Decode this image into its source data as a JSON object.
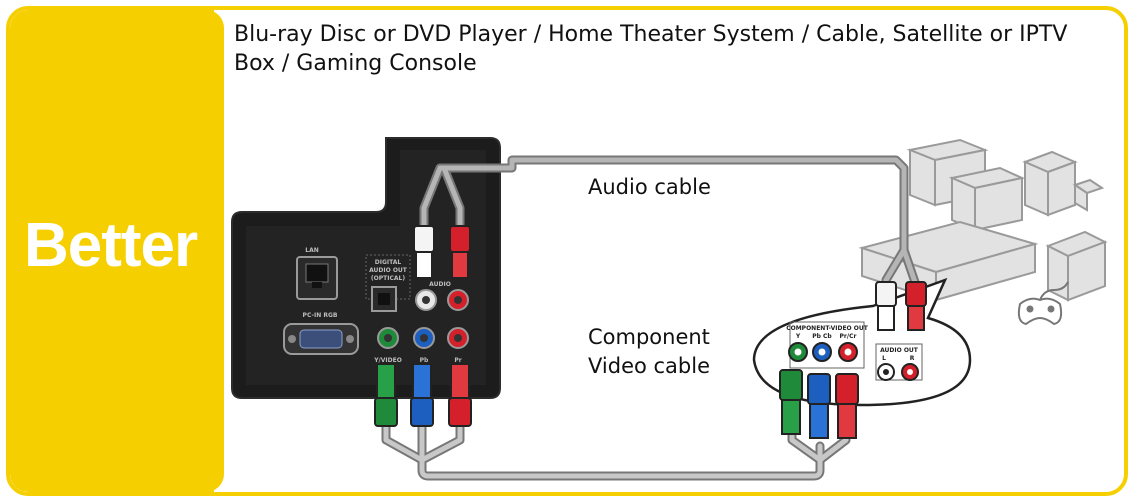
{
  "rating_label": "Better",
  "headline": "Blu-ray Disc or DVD Player / Home Theater System / Cable, Satellite or IPTV Box / Gaming Console",
  "cables": {
    "audio": "Audio cable",
    "component_line1": "Component",
    "component_line2": "Video cable"
  },
  "tv_panel": {
    "lan": "LAN",
    "digital_audio_line1": "DIGITAL",
    "digital_audio_line2": "AUDIO OUT",
    "digital_audio_line3": "(OPTICAL)",
    "pc_in": "PC-IN RGB",
    "audio": "AUDIO",
    "y_video": "Y/VIDEO",
    "pb": "Pb",
    "pr": "Pr"
  },
  "device_panel": {
    "component_out": "COMPONENT-VIDEO OUT",
    "y": "Y",
    "pb_cb": "Pb Cb",
    "pr_cr": "Pr/Cr",
    "audio_out": "AUDIO OUT",
    "l": "L",
    "r": "R"
  },
  "colors": {
    "accent_yellow": "#f6cf00",
    "cable_gray": "#8a8a8a",
    "green": "#1f8a3a",
    "blue": "#1d5fbf",
    "red": "#d4202a"
  }
}
